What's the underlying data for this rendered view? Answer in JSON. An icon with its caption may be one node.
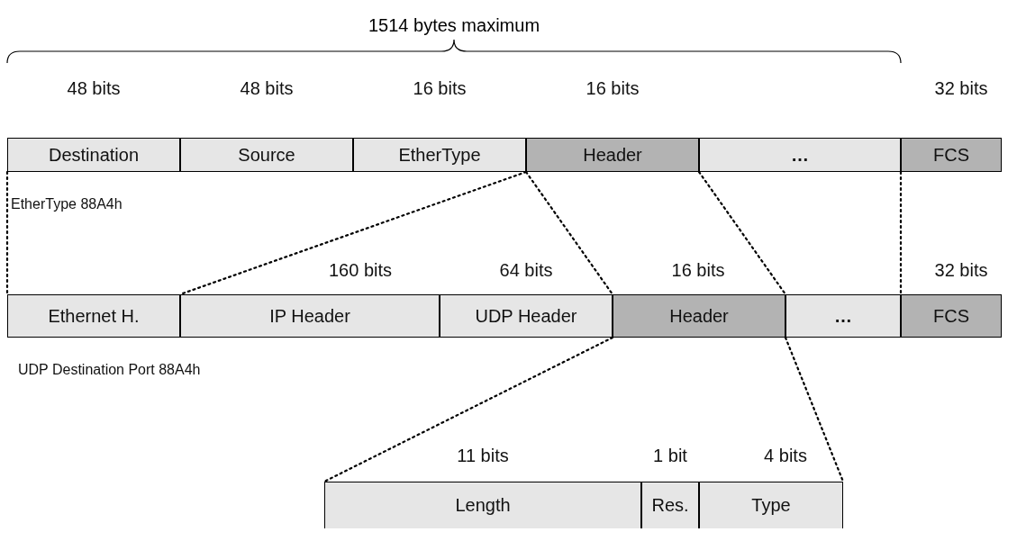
{
  "diagram": {
    "title": "1514 bytes maximum",
    "nodes": [
      {
        "text": [
          "Destination"
        ]
      },
      {
        "text": [
          "Source"
        ]
      },
      {
        "text": [
          "EtherType"
        ]
      },
      {
        "text": [
          "Header"
        ]
      },
      {
        "text": [
          "…"
        ]
      },
      {
        "text": [
          "FCS"
        ]
      },
      {
        "text": [
          "Ethernet H."
        ]
      },
      {
        "text": [
          "IP Header"
        ]
      },
      {
        "text": [
          "UDP Header"
        ]
      },
      {
        "text": [
          "Header"
        ]
      },
      {
        "text": [
          "…"
        ]
      },
      {
        "text": [
          "FCS"
        ]
      },
      {
        "text": [
          "Length"
        ]
      },
      {
        "text": [
          "Res."
        ]
      },
      {
        "text": [
          "Type"
        ]
      }
    ],
    "edges": [
      {
        "from": 3,
        "to": 7,
        "arrow": "none",
        "style": "dashed"
      },
      {
        "from": 3,
        "to": 9,
        "arrow": "none",
        "style": "dashed"
      },
      {
        "from": 3,
        "to": 9,
        "arrow": "none",
        "style": "dashed"
      },
      {
        "from": 0,
        "to": 6,
        "arrow": "none",
        "style": "dashed"
      },
      {
        "from": 5,
        "to": 11,
        "arrow": "none",
        "style": "dashed"
      },
      {
        "from": 9,
        "to": 12,
        "arrow": "none",
        "style": "dashed"
      },
      {
        "from": 9,
        "to": 14,
        "arrow": "none",
        "style": "dashed"
      }
    ],
    "labels": [
      "48 bits",
      "48 bits",
      "16 bits",
      "16 bits",
      "32 bits",
      "EtherType 88A4h",
      "160 bits",
      "64 bits",
      "16 bits",
      "32 bits",
      "UDP Destination Port 88A4h",
      "11 bits",
      "1 bit",
      "4 bits"
    ]
  }
}
